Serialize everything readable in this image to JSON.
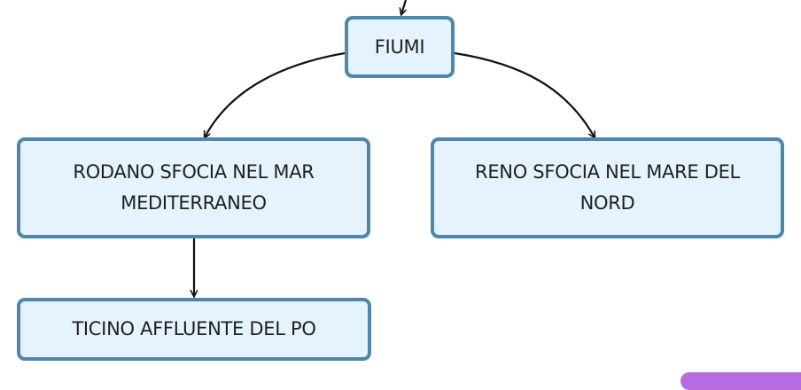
{
  "diagram": {
    "nodes": {
      "fiumi": "FIUMI",
      "rodano": "RODANO SFOCIA NEL MAR MEDITERRANEO",
      "reno": "RENO SFOCIA NEL MARE DEL NORD",
      "ticino": "TICINO AFFLUENTE DEL PO"
    },
    "edges": [
      {
        "from": "fiumi",
        "to": "rodano"
      },
      {
        "from": "fiumi",
        "to": "reno"
      },
      {
        "from": "rodano",
        "to": "ticino"
      }
    ],
    "colors": {
      "node_fill": "#e5f3ff",
      "node_border": "#4f86aa",
      "connector": "#111111",
      "accent_badge": "#b66be0"
    }
  }
}
